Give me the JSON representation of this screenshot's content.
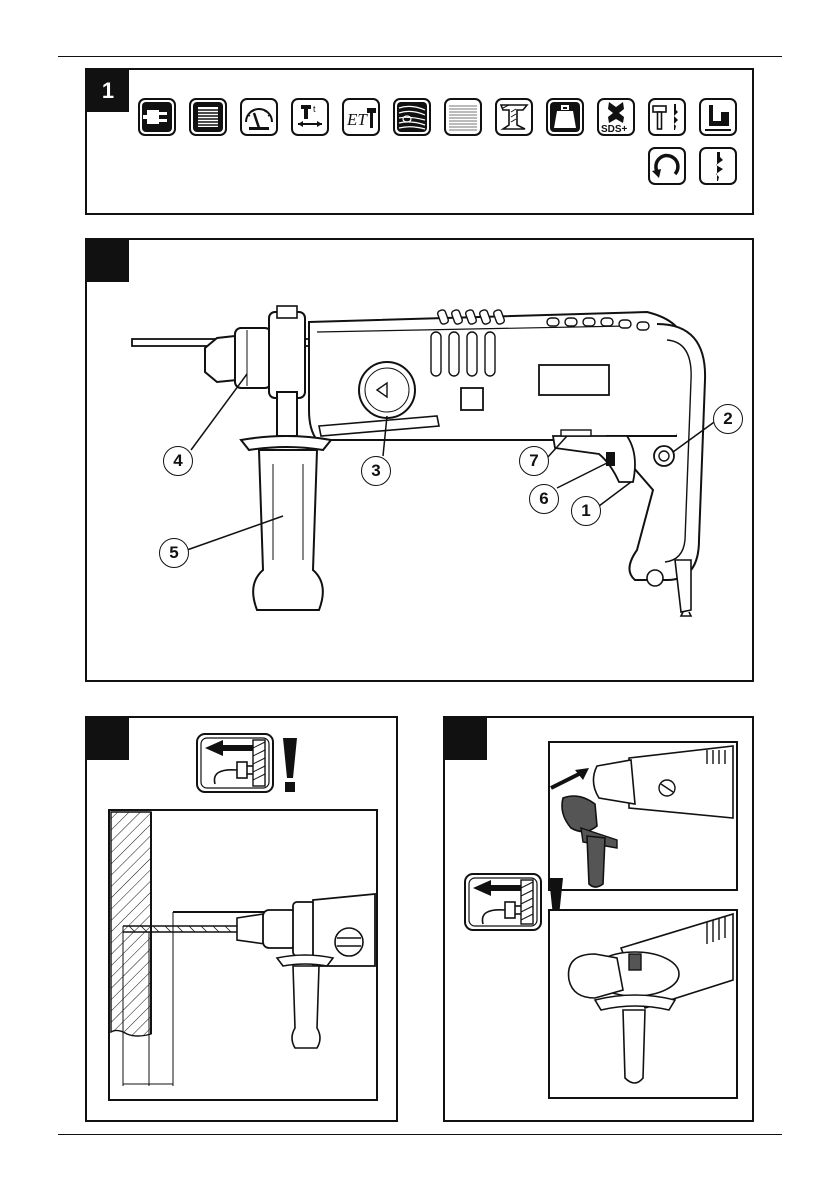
{
  "figure1": {
    "number": "1",
    "icons": [
      "plug-icon",
      "motor-icon",
      "speed-gauge-icon",
      "torque-length-icon",
      "et-hammer-icon",
      "wood-icon",
      "masonry-icon",
      "steel-beam-icon",
      "weight-icon",
      "sds-plus-icon",
      "hammer-drill-icon",
      "depth-stop-icon",
      "rotation-direction-icon",
      "drill-bit-icon"
    ],
    "sds_label": "SDS+",
    "et_label": "ET"
  },
  "figure2": {
    "callouts": [
      "1",
      "2",
      "3",
      "4",
      "5",
      "6",
      "7"
    ]
  },
  "figure3": {},
  "figure4": {}
}
